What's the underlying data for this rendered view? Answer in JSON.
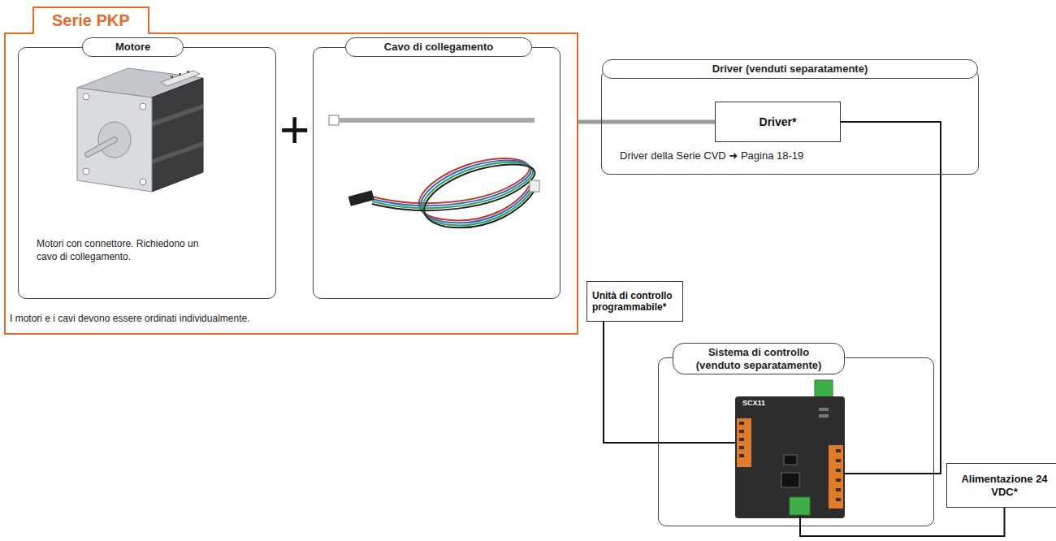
{
  "diagram": {
    "nodes": [
      {
        "text": [
          "Serie PKP",
          "I motori e i cavi devono essere ordinati individualmente."
        ]
      },
      {
        "text": [
          "Motore",
          "Motori con connettore. Richiedono un cavo di collegamento."
        ],
        "in": 0
      },
      {
        "text": [
          "Cavo di collegamento"
        ],
        "in": 0
      },
      {
        "text": [
          "Driver (venduti separatamente)",
          "Driver della Serie CVD ➜ Pagina 18-19"
        ]
      },
      {
        "text": [
          "Driver*"
        ],
        "in": 3
      },
      {
        "text": [
          "Unità di controllo programmabile*"
        ]
      },
      {
        "text": [
          "Sistema di controllo (venduto separatamente)"
        ]
      },
      {
        "text": [
          "Alimentazione 24 VDC*"
        ]
      }
    ],
    "edges": [
      {
        "from": 0,
        "to": 4,
        "arrow": "none"
      },
      {
        "from": 4,
        "to": 6,
        "arrow": "none"
      },
      {
        "from": 5,
        "to": 6,
        "arrow": "none"
      },
      {
        "from": 7,
        "to": 6,
        "arrow": "none"
      }
    ],
    "labels": [
      "+",
      "SCX11"
    ]
  }
}
